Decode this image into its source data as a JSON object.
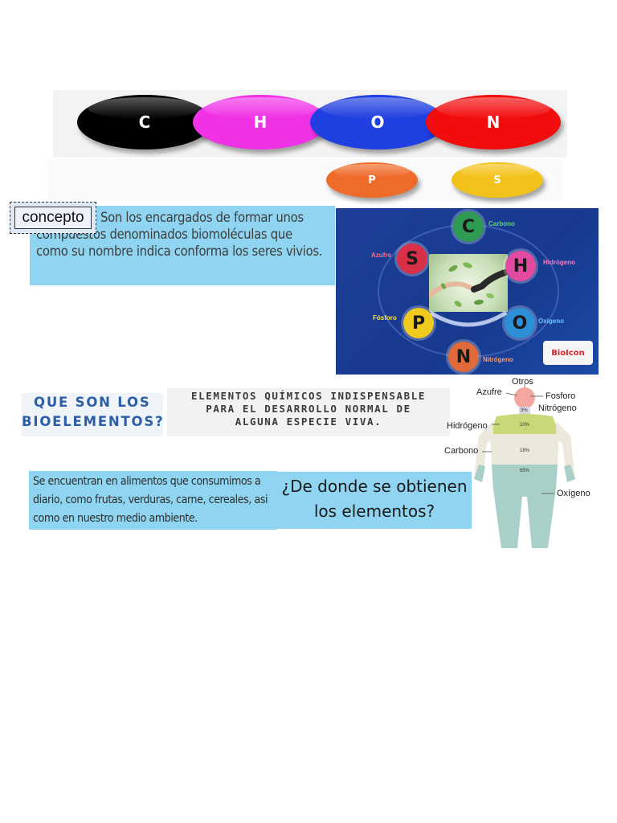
{
  "elements_row": [
    {
      "letter": "C",
      "color": "#000000"
    },
    {
      "letter": "H",
      "color": "#f032e6"
    },
    {
      "letter": "O",
      "color": "#1f3fe0"
    },
    {
      "letter": "N",
      "color": "#f20d0d"
    }
  ],
  "elements_row2": [
    {
      "letter": "P",
      "color": "#ef6b2a"
    },
    {
      "letter": "S",
      "color": "#f3c21a"
    }
  ],
  "concept": {
    "tag": "concepto",
    "lines": [
      "Son los encargados de formar unos",
      "compuestos denominados biomoléculas que",
      "como su nombre indica conforma los seres vivios."
    ]
  },
  "poster": {
    "elements": [
      {
        "letter": "C",
        "name": "Carbono",
        "bg": "#2f9a52",
        "label_color": "#5fd07c"
      },
      {
        "letter": "H",
        "name": "Hidrógeno",
        "bg": "#e14a9e",
        "label_color": "#ff7dc2"
      },
      {
        "letter": "O",
        "name": "Oxígeno",
        "bg": "#2d8fd8",
        "label_color": "#6cc4ff"
      },
      {
        "letter": "N",
        "name": "Nitrógeno",
        "bg": "#e06a3a",
        "label_color": "#ff9868"
      },
      {
        "letter": "P",
        "name": "Fósforo",
        "bg": "#f0cb1f",
        "label_color": "#ffe04a"
      },
      {
        "letter": "S",
        "name": "Azufre",
        "bg": "#d9304a",
        "label_color": "#ff6c80"
      }
    ],
    "badge": "BioIcon"
  },
  "question": {
    "lines": [
      "QUE SON LOS",
      "BIOELEMENTOS?"
    ]
  },
  "definition": {
    "lines": [
      "ELEMENTOS QUÍMICOS INDISPENSABLE",
      "PARA EL DESARROLLO NORMAL DE",
      "ALGUNA ESPECIE VIVA."
    ]
  },
  "body": {
    "labels": {
      "otros": "Otros",
      "azufre": "Azufre",
      "fosforo": "Fosforo",
      "nitrogeno": "Nitrógeno",
      "hidrogeno": "Hidrógeno",
      "carbono": "Carbono",
      "oxigeno": "Oxígeno"
    },
    "percents": {
      "nitrogeno": "3%",
      "hidrogeno": "10%",
      "carbono": "18%",
      "oxigeno": "65%"
    },
    "composition": [
      {
        "element": "Oxígeno",
        "percent": 65
      },
      {
        "element": "Carbono",
        "percent": 18
      },
      {
        "element": "Hidrógeno",
        "percent": 10
      },
      {
        "element": "Nitrógeno",
        "percent": 3
      }
    ]
  },
  "sources": {
    "lines": [
      "Se encuentran en alimentos que consumimos a",
      "diario, como frutas, verduras, carne, cereales, asi",
      "como en nuestro medio ambiente."
    ],
    "question_lines": [
      "¿De donde se obtienen",
      "los elementos?"
    ]
  }
}
